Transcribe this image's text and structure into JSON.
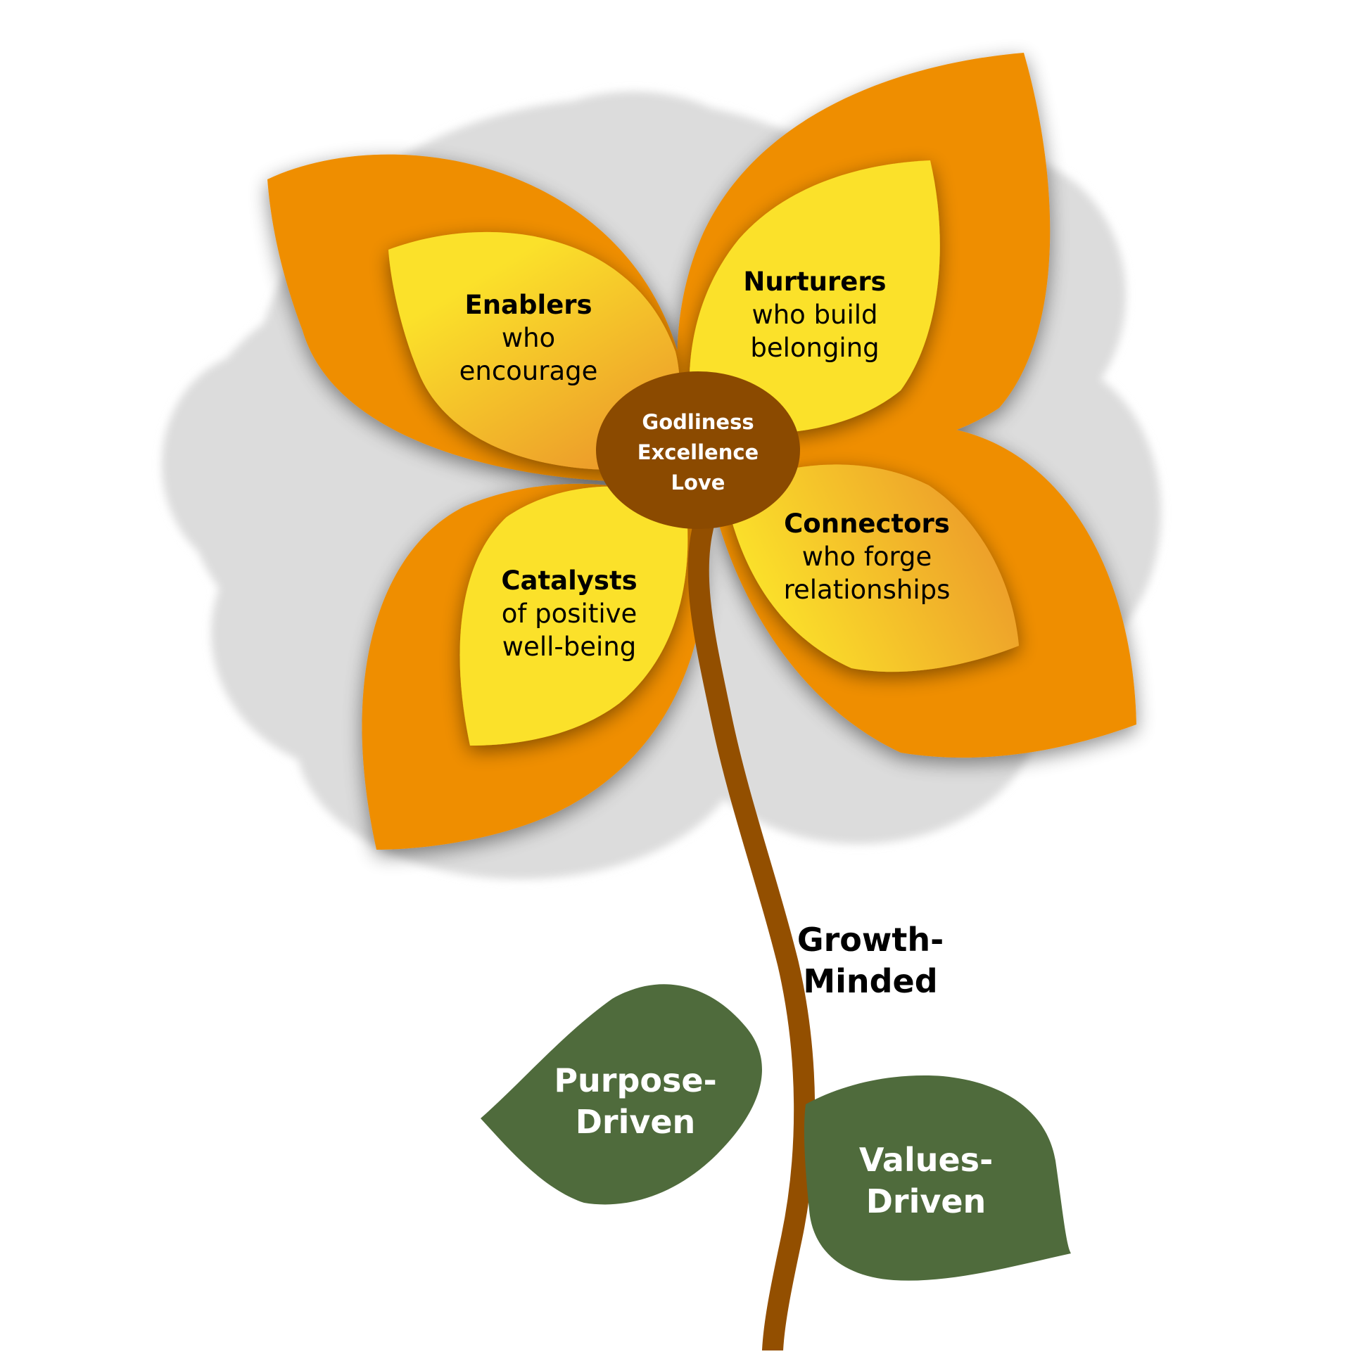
{
  "colors": {
    "background": "#ffffff",
    "cloud": "#dcdcdc",
    "outer_petal": "#ef8e00",
    "inner_petal_yellow": "#fbe12c",
    "inner_petal_orange": "#ec9a2c",
    "center": "#8b4a00",
    "stem": "#934f00",
    "leaf": "#4f6b3c",
    "center_text": "#ffffff",
    "leaf_text": "#ffffff",
    "label_text": "#000000"
  },
  "center": {
    "lines": [
      "Godliness",
      "Excellence",
      "Love"
    ]
  },
  "petals": {
    "enablers": {
      "title": "Enablers",
      "line1": "who",
      "line2": "encourage"
    },
    "nurturers": {
      "title": "Nurturers",
      "line1": "who build",
      "line2": "belonging"
    },
    "catalysts": {
      "title": "Catalysts",
      "line1": "of positive",
      "line2": "well-being"
    },
    "connectors": {
      "title": "Connectors",
      "line1": "who forge",
      "line2": "relationships"
    }
  },
  "stem_label": {
    "line1": "Growth-",
    "line2": "Minded"
  },
  "leaves": {
    "left": {
      "line1": "Purpose-",
      "line2": "Driven"
    },
    "right": {
      "line1": "Values-",
      "line2": "Driven"
    }
  }
}
